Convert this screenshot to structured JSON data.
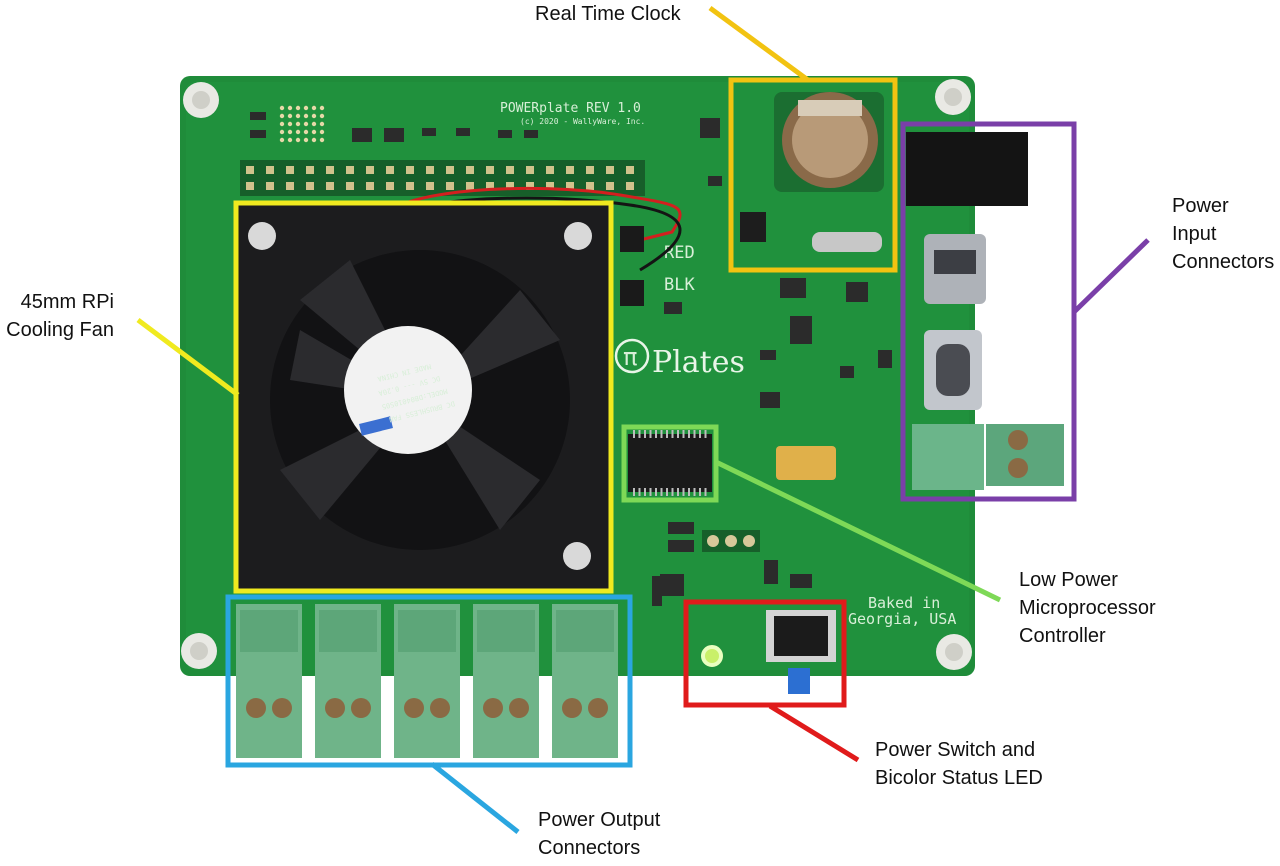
{
  "board": {
    "title": "POWERplate REV 1.0",
    "copyright": "(c) 2020 - WallyWare, Inc.",
    "logo_symbol": "π",
    "logo_text": "Plates",
    "baked_line1": "Baked in",
    "baked_line2": "Georgia, USA",
    "wire_red_label": "RED",
    "wire_black_label": "BLK",
    "fan_sticker_line1": "DC BRUSHLESS FAN",
    "fan_sticker_line2": "MODEL:DB04010S05",
    "fan_sticker_line3": "DC 5V --- 0.20A",
    "fan_sticker_line4": "MADE IN CHINA"
  },
  "callouts": {
    "rtc": {
      "lines": [
        "Real Time Clock"
      ],
      "color": "#f2c311"
    },
    "power_input": {
      "lines": [
        "Power",
        "Input",
        "Connectors"
      ],
      "color": "#7a3fa8"
    },
    "fan": {
      "lines": [
        "45mm RPi",
        "Cooling Fan"
      ],
      "color": "#f0ea1f"
    },
    "mcu": {
      "lines": [
        "Low Power",
        "Microprocessor",
        "Controller"
      ],
      "color": "#7ed957"
    },
    "switch": {
      "lines": [
        "Power Switch and",
        "Bicolor Status LED"
      ],
      "color": "#e01b1b"
    },
    "output": {
      "lines": [
        "Power Output",
        "Connectors"
      ],
      "color": "#2aa6e0"
    }
  }
}
